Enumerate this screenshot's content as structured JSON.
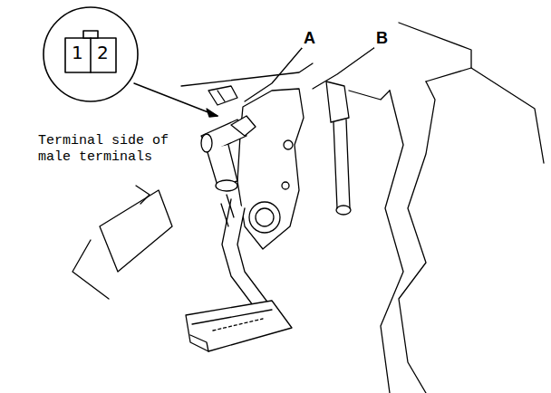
{
  "diagram": {
    "labels": [
      "1",
      "2",
      "Terminal side of male terminals",
      "A",
      "B"
    ]
  }
}
